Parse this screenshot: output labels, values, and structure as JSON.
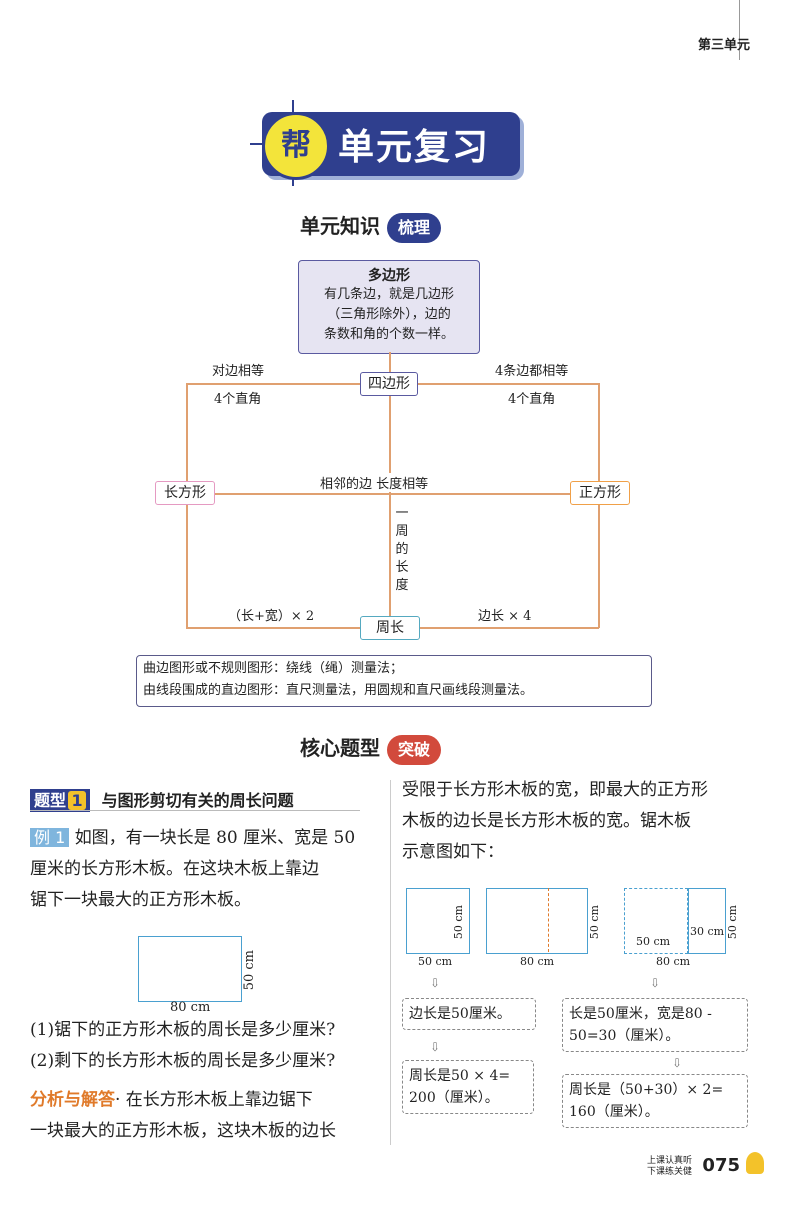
{
  "header": {
    "unit": "第三单元"
  },
  "banner": {
    "badge": "帮",
    "title": "单元复习"
  },
  "knowledge": {
    "title": "单元知识",
    "badge": "梳理"
  },
  "polygon": {
    "title": "多边形",
    "desc": [
      "有几条边，就是几边形",
      "（三角形除外），边的",
      "条数和角的个数一样。"
    ]
  },
  "nodes": {
    "quad": "四边形",
    "rect": "长方形",
    "square": "正方形",
    "perimeter": "周长"
  },
  "edges": {
    "left_top": "对边相等",
    "left_bottom": "4个直角",
    "right_top": "4条边都相等",
    "right_bottom": "4个直角",
    "middle": "相邻的边 长度相等",
    "vertical": [
      "一",
      "周",
      "的",
      "长",
      "度"
    ],
    "rect_formula": "（长+宽）× 2",
    "square_formula": "边长 × 4"
  },
  "measure_note": [
    "曲边图形或不规则图形：绕线（绳）测量法；",
    "由线段围成的直边图形：直尺测量法，用圆规和直尺画线段测量法。"
  ],
  "core": {
    "title": "核心题型",
    "badge": "突破"
  },
  "type1": {
    "label": "题型",
    "num": "1",
    "title": "与图形剪切有关的周长问题"
  },
  "example": {
    "label": "例 1",
    "text": [
      "如图，有一块长是 80 厘米、宽是 50",
      "厘米的长方形木板。在这块木板上靠边",
      "锯下一块最大的正方形木板。"
    ],
    "dim_h": "50 cm",
    "dim_w": "80 cm",
    "q1": "(1)锯下的正方形木板的周长是多少厘米?",
    "q2": "(2)剩下的长方形木板的周长是多少厘米?",
    "analysis_label": "分析与解答",
    "analysis": [
      "· 在长方形木板上靠边锯下",
      "一块最大的正方形木板，这块木板的边长"
    ]
  },
  "right_col": {
    "text": [
      "受限于长方形木板的宽，即最大的正方形",
      "木板的边长是长方形木板的宽。锯木板",
      "示意图如下："
    ],
    "fig1": {
      "h": "50 cm",
      "w": "50 cm"
    },
    "fig2": {
      "h": "50 cm",
      "w": "80 cm"
    },
    "fig3": {
      "h": "50 cm",
      "w1": "50 cm",
      "w2": "30 cm",
      "w": "80 cm"
    },
    "box1": "边长是50厘米。",
    "box2": [
      "周长是50 × 4=",
      "200（厘米）。"
    ],
    "box3": [
      "长是50厘米，宽是80 -",
      "50=30（厘米）。"
    ],
    "box4": [
      "周长是（50+30）× 2=",
      "160（厘米）。"
    ]
  },
  "footer": {
    "tip1": "上课认真听",
    "tip2": "下课练关健",
    "page": "075"
  }
}
